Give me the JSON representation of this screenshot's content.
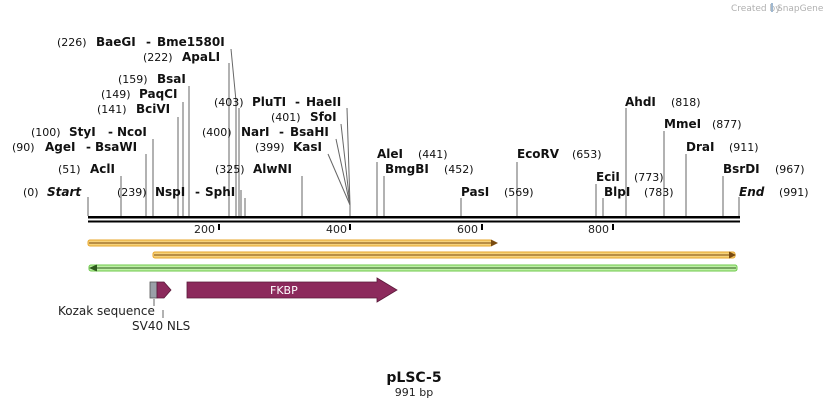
{
  "watermark": {
    "prefix": "Created by",
    "brand": "SnapGene"
  },
  "plasmid": {
    "name": "pLSC-5",
    "length_label": "991 bp"
  },
  "sites": [
    {
      "pos_label": "(0)",
      "names": [
        "Start"
      ],
      "italic": true
    },
    {
      "pos_label": "(51)",
      "names": [
        "AclI"
      ]
    },
    {
      "pos_label": "(90)",
      "names": [
        "AgeI",
        "BsaWI"
      ]
    },
    {
      "pos_label": "(100)",
      "names": [
        "StyI",
        "NcoI"
      ]
    },
    {
      "pos_label": "(141)",
      "names": [
        "BciVI"
      ]
    },
    {
      "pos_label": "(149)",
      "names": [
        "PaqCI"
      ]
    },
    {
      "pos_label": "(159)",
      "names": [
        "BsaI"
      ]
    },
    {
      "pos_label": "(222)",
      "names": [
        "ApaLI"
      ]
    },
    {
      "pos_label": "(226)",
      "names": [
        "BaeGI",
        "Bme1580I"
      ]
    },
    {
      "pos_label": "(239)",
      "names": [
        "NspI",
        "SphI"
      ]
    },
    {
      "pos_label": "(325)",
      "names": [
        "AlwNI"
      ]
    },
    {
      "pos_label": "(399)",
      "names": [
        "KasI"
      ]
    },
    {
      "pos_label": "(400)",
      "names": [
        "NarI",
        "BsaHI"
      ]
    },
    {
      "pos_label": "(401)",
      "names": [
        "SfoI"
      ]
    },
    {
      "pos_label": "(403)",
      "names": [
        "PluTI",
        "HaeII"
      ]
    },
    {
      "pos_label": "(441)",
      "names": [
        "AleI"
      ]
    },
    {
      "pos_label": "(452)",
      "names": [
        "BmgBI"
      ]
    },
    {
      "pos_label": "(569)",
      "names": [
        "PasI"
      ]
    },
    {
      "pos_label": "(653)",
      "names": [
        "EcoRV"
      ]
    },
    {
      "pos_label": "(773)",
      "names": [
        "EciI"
      ]
    },
    {
      "pos_label": "(783)",
      "names": [
        "BlpI"
      ]
    },
    {
      "pos_label": "(818)",
      "names": [
        "AhdI"
      ]
    },
    {
      "pos_label": "(877)",
      "names": [
        "MmeI"
      ]
    },
    {
      "pos_label": "(911)",
      "names": [
        "DraI"
      ]
    },
    {
      "pos_label": "(967)",
      "names": [
        "BsrDI"
      ]
    },
    {
      "pos_label": "(991)",
      "names": [
        "End"
      ],
      "italic": true
    }
  ],
  "ruler": {
    "ticks": [
      "200",
      "400",
      "600",
      "800"
    ]
  },
  "features": {
    "fkbp_label": "FKBP",
    "kozak_label": "Kozak sequence",
    "sv40_label": "SV40 NLS"
  },
  "colors": {
    "orf_orange": "#f0a020",
    "orf_green": "#5cc83c",
    "fkbp": "#8c2a5c",
    "kozak": "#9aa0a8",
    "backbone": "#000000"
  }
}
